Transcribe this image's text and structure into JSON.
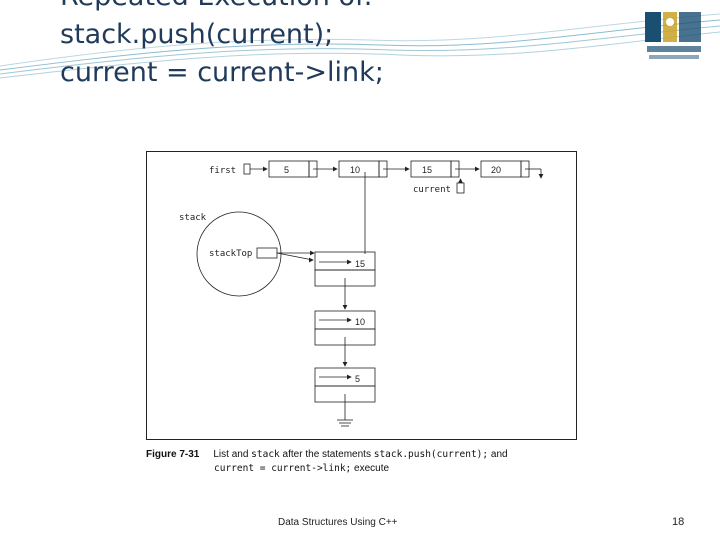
{
  "slide": {
    "title_line1": "Repeated Execution of:",
    "title_line2": "stack.push(current);",
    "title_line3": "current = current->link;",
    "footer": "Data Structures Using C++",
    "page_number": "18"
  },
  "diagram": {
    "first_label": "first",
    "current_label": "current",
    "stack_label": "stack",
    "stacktop_label": "stackTop",
    "list_nodes": [
      "5",
      "10",
      "15",
      "20"
    ],
    "stack_nodes": [
      "15",
      "10",
      "5"
    ]
  },
  "caption": {
    "figure_number": "Figure 7-31",
    "text_part1": "List and ",
    "code1": "stack",
    "text_part2": " after the statements ",
    "code2": "stack.push(current);",
    "text_part3": " and",
    "code3": "current = current->link;",
    "text_part4": " execute"
  },
  "colors": {
    "title": "#1f3a5a",
    "header_wave": "#3f8fb0",
    "logo_blue": "#1b4f72",
    "logo_gold": "#c9a227"
  },
  "icons": {
    "logo": "university-logo-icon"
  }
}
